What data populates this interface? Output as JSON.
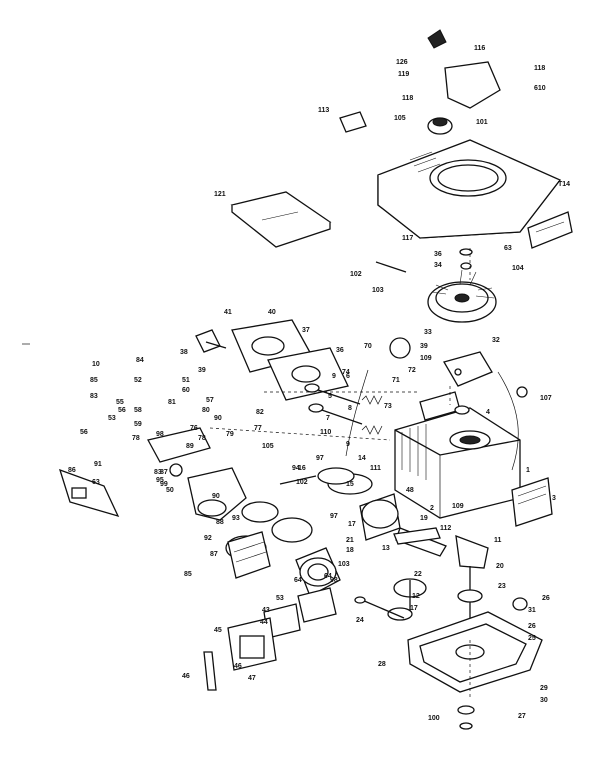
{
  "diagram": {
    "labels": [
      "126",
      "116",
      "118",
      "119",
      "610",
      "113",
      "118",
      "105",
      "101",
      "121",
      "T14",
      "117",
      "63",
      "36",
      "34",
      "104",
      "102",
      "103",
      "33",
      "32",
      "39",
      "109",
      "41",
      "40",
      "37",
      "38",
      "39",
      "36",
      "70",
      "74",
      "71",
      "72",
      "107",
      "73",
      "4",
      "9",
      "1",
      "5",
      "6",
      "7",
      "8",
      "9",
      "10",
      "84",
      "85",
      "83",
      "86",
      "63",
      "55",
      "52",
      "51",
      "60",
      "57",
      "56",
      "53",
      "58",
      "59",
      "78",
      "80",
      "82",
      "81",
      "90",
      "79",
      "77",
      "76",
      "78",
      "89",
      "98",
      "56",
      "83",
      "91",
      "88",
      "87",
      "92",
      "95",
      "50",
      "97",
      "102",
      "16",
      "15",
      "14",
      "48",
      "111",
      "3",
      "2",
      "109",
      "19",
      "17",
      "112",
      "11",
      "20",
      "21",
      "18",
      "13",
      "22",
      "12",
      "23",
      "24",
      "17",
      "26",
      "31",
      "26",
      "25",
      "28",
      "29",
      "30",
      "27",
      "98",
      "85",
      "64",
      "64",
      "53",
      "43",
      "44",
      "45",
      "46",
      "46",
      "47",
      "93",
      "87",
      "94",
      "105",
      "100",
      "110",
      "103",
      "97",
      "99",
      "90"
    ]
  }
}
